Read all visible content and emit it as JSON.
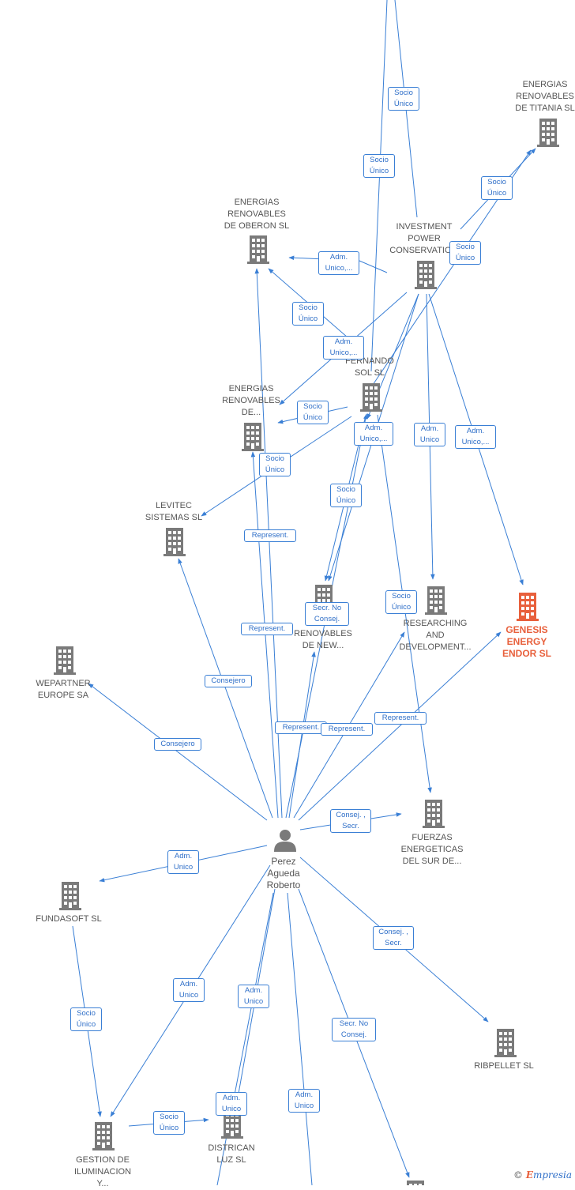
{
  "colors": {
    "edge": "#3a7fd5",
    "building": "#7a7a7a",
    "building_highlight": "#e8603c",
    "person": "#7a7a7a"
  },
  "nodes": [
    {
      "id": "titania",
      "label": "ENERGIAS\nRENOVABLES\nDE TITANIA  SL",
      "icon": "building-icon"
    },
    {
      "id": "oberon",
      "label": "ENERGIAS\nRENOVABLES\nDE OBERON  SL",
      "icon": "building-icon"
    },
    {
      "id": "investment",
      "label": "INVESTMENT\nPOWER\nCONSERVATIO...",
      "icon": "building-icon"
    },
    {
      "id": "fernando",
      "label": "FERNANDO\nSOL SL",
      "icon": "building-icon"
    },
    {
      "id": "renov_de",
      "label": "ENERGIAS\nRENOVABLES\nDE...",
      "icon": "building-icon"
    },
    {
      "id": "levitec",
      "label": "LEVITEC\nSISTEMAS  SL",
      "icon": "building-icon"
    },
    {
      "id": "renov_new",
      "label": "E...\nRENOVABLES\nDE NEW...",
      "icon": "building-icon"
    },
    {
      "id": "researching",
      "label": "RESEARCHING\nAND\nDEVELOPMENT...",
      "icon": "building-icon"
    },
    {
      "id": "genesis",
      "label": "GENESIS\nENERGY\nENDOR  SL",
      "icon": "building-icon",
      "highlight": true
    },
    {
      "id": "wepartner",
      "label": "WEPARTNER\nEUROPE SA",
      "icon": "building-icon"
    },
    {
      "id": "fuerzas",
      "label": "FUERZAS\nENERGETICAS\nDEL SUR DE...",
      "icon": "building-icon"
    },
    {
      "id": "fundasoft",
      "label": "FUNDASOFT SL",
      "icon": "building-icon"
    },
    {
      "id": "ribpellet",
      "label": "RIBPELLET SL",
      "icon": "building-icon"
    },
    {
      "id": "gestion",
      "label": "GESTION DE\nILUMINACION\nY...",
      "icon": "building-icon"
    },
    {
      "id": "districan",
      "label": "DISTRICAN\nLUZ SL",
      "icon": "building-icon"
    },
    {
      "id": "bottom_unlabeled",
      "label": "",
      "icon": "building-icon"
    }
  ],
  "person": {
    "label": "Perez\nAgueda\nRoberto",
    "icon": "person-icon"
  },
  "edge_labels": [
    "Socio\nÚnico",
    "Socio\nÚnico",
    "Socio\nÚnico",
    "Socio\nÚnico",
    "Adm.\nUnico,...",
    "Socio\nÚnico",
    "Adm.\nUnico,...",
    "Socio\nÚnico",
    "Socio\nÚnico",
    "Adm.\nUnico,...",
    "Adm.\nUnico",
    "Adm.\nUnico,...",
    "Socio\nÚnico",
    "Represent.",
    "Secr.  No\nConsej.",
    "Socio\nÚnico",
    "Represent.",
    "Consejero",
    "Represent.",
    "Represent.",
    "Represent.",
    "Consejero",
    "Consej. ,\nSecr.",
    "Adm.\nUnico",
    "Consej. ,\nSecr.",
    "Socio\nÚnico",
    "Adm.\nUnico",
    "Adm.\nUnico",
    "Secr.  No\nConsej.",
    "Adm.\nUnico",
    "Socio\nÚnico",
    "Adm.\nUnico"
  ],
  "brand": {
    "copyright": "©",
    "e": "E",
    "rest": "mpresia"
  }
}
